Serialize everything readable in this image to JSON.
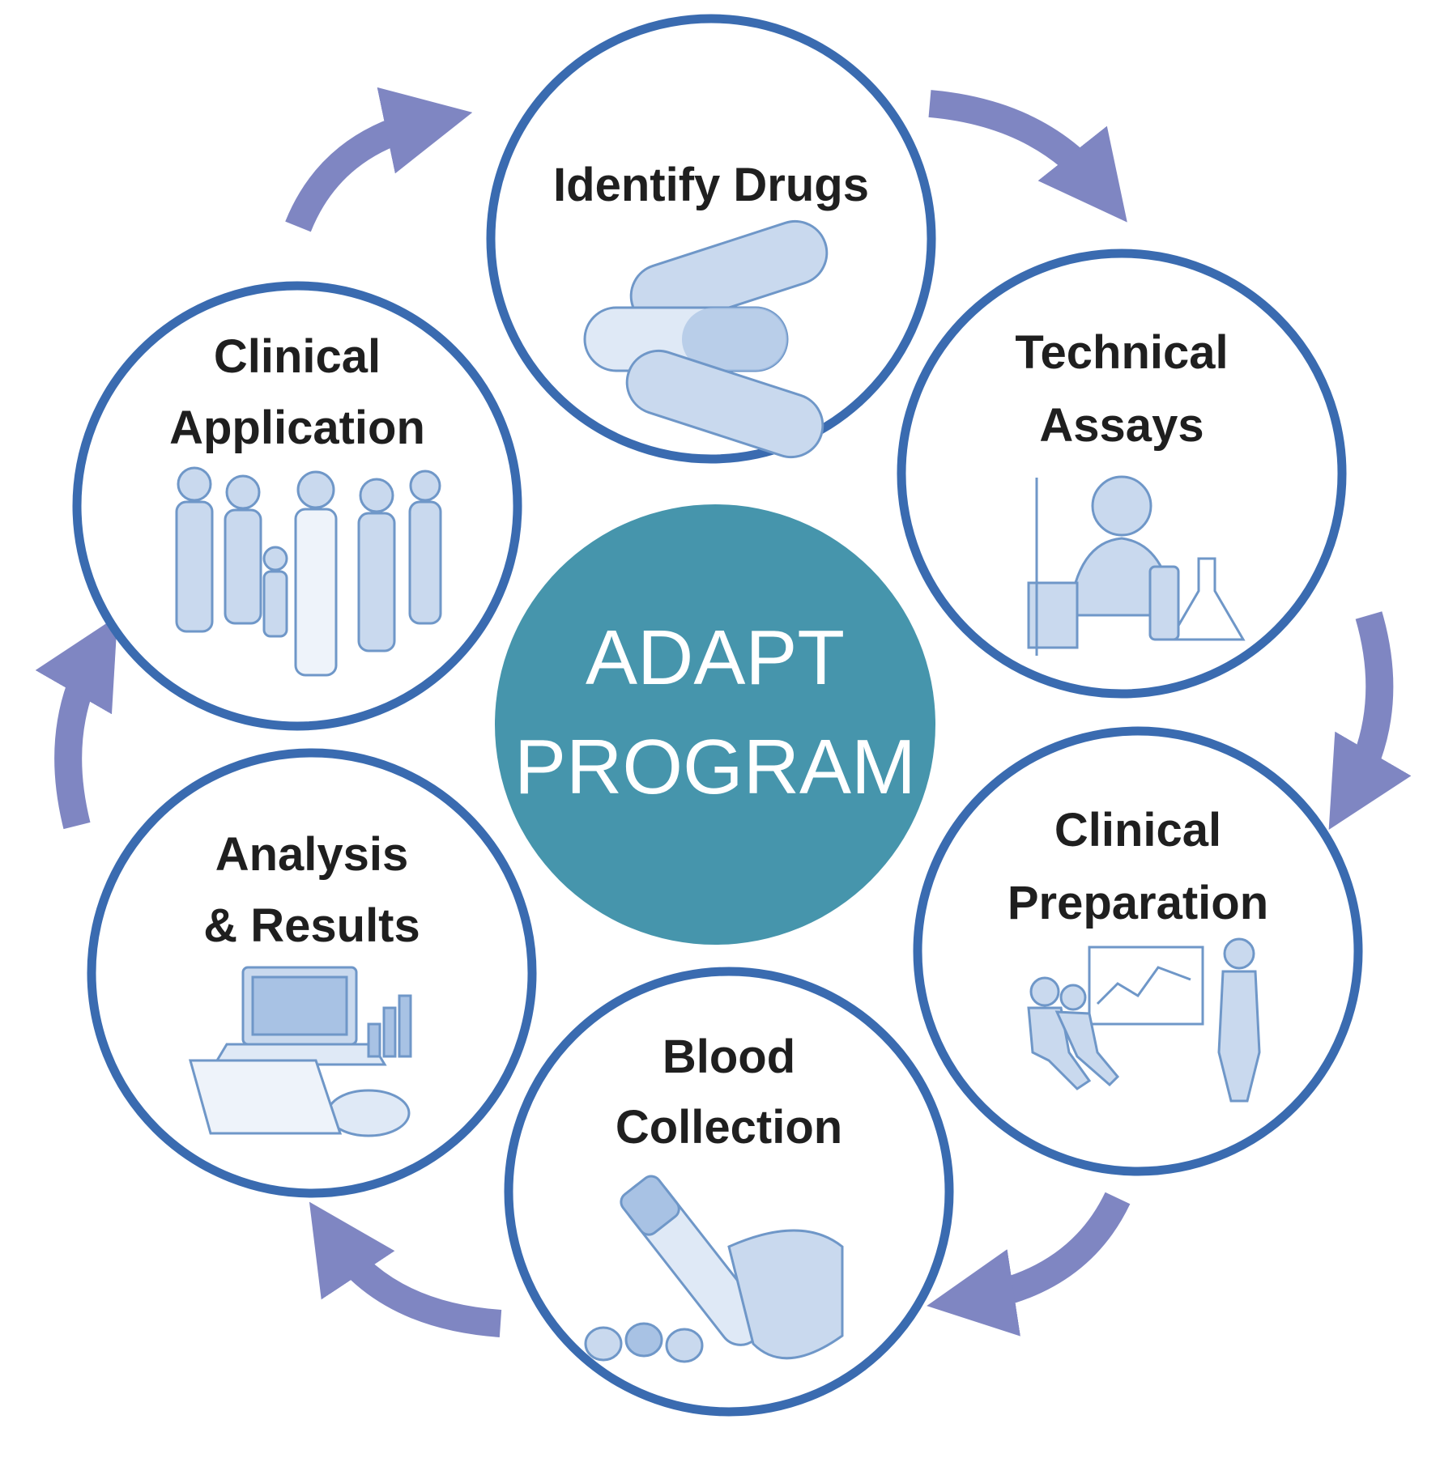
{
  "center": {
    "line1": "ADAPT",
    "line2": "PROGRAM",
    "color": "#4695ac"
  },
  "colors": {
    "ring": "#3a6bb0",
    "arrow": "#7f86c2",
    "art": "#6f97c8",
    "art_light": "#c9d9ee"
  },
  "stages": [
    {
      "id": "identify-drugs",
      "lines": [
        "Identify Drugs"
      ],
      "icon": "capsules-icon"
    },
    {
      "id": "technical-assays",
      "lines": [
        "Technical",
        "Assays"
      ],
      "icon": "lab-scientist-icon"
    },
    {
      "id": "clinical-preparation",
      "lines": [
        "Clinical",
        "Preparation"
      ],
      "icon": "meeting-presentation-icon"
    },
    {
      "id": "blood-collection",
      "lines": [
        "Blood",
        "Collection"
      ],
      "icon": "blood-tube-icon"
    },
    {
      "id": "analysis-results",
      "lines": [
        "Analysis",
        "& Results"
      ],
      "icon": "laptop-charts-icon"
    },
    {
      "id": "clinical-application",
      "lines": [
        "Clinical",
        "Application"
      ],
      "icon": "people-group-icon"
    }
  ],
  "arrows": [
    "cycle-arrow-icon",
    "cycle-arrow-icon",
    "cycle-arrow-icon",
    "cycle-arrow-icon",
    "cycle-arrow-icon",
    "cycle-arrow-icon"
  ]
}
